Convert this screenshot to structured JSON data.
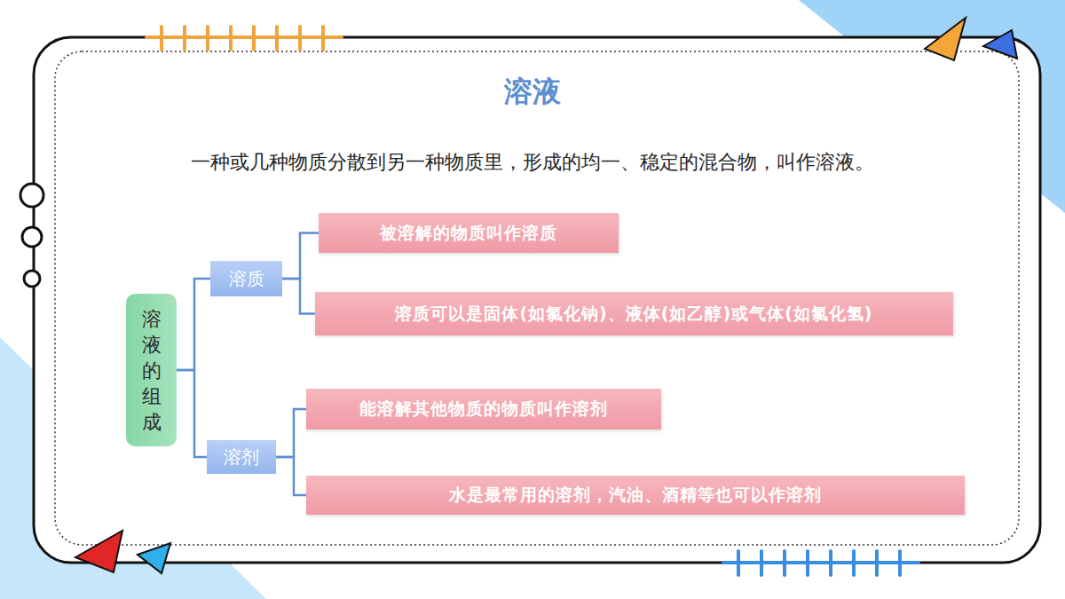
{
  "diagram": {
    "title": "溶液",
    "nodes": [
      {
        "text": [
          "溶液的组成"
        ]
      },
      {
        "text": [
          "溶质"
        ]
      },
      {
        "text": [
          "被溶解的物质叫作溶质"
        ]
      },
      {
        "text": [
          "溶质可以是固体(如氯化钠)、液体(如乙醇)或气体(如氯化氢)"
        ]
      },
      {
        "text": [
          "溶剂"
        ]
      },
      {
        "text": [
          "能溶解其他物质的物质叫作溶剂"
        ]
      },
      {
        "text": [
          "水是最常用的溶剂，汽油、酒精等也可以作溶剂"
        ]
      }
    ],
    "edges": [
      {
        "from": 0,
        "to": 1,
        "arrow": "none"
      },
      {
        "from": 0,
        "to": 4,
        "arrow": "none"
      },
      {
        "from": 1,
        "to": 2,
        "arrow": "none"
      },
      {
        "from": 1,
        "to": 3,
        "arrow": "none"
      },
      {
        "from": 4,
        "to": 5,
        "arrow": "none"
      },
      {
        "from": 4,
        "to": 6,
        "arrow": "none"
      }
    ],
    "labels": [
      "一种或几种物质分散到另一种物质里，形成的均一、稳定的混合物，叫作溶液。"
    ]
  }
}
